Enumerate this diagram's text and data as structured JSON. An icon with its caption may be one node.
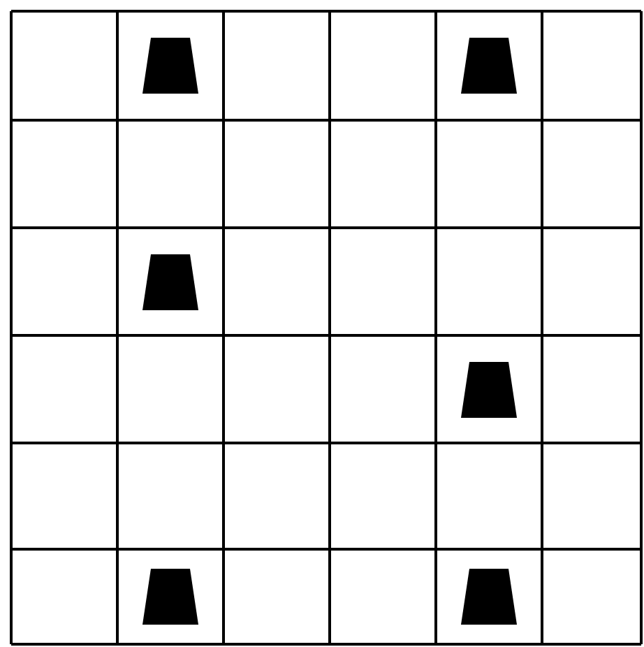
{
  "diagram": {
    "nodes": [
      {
        "text": [],
        "shape": "trapezoid"
      },
      {
        "text": [],
        "shape": "trapezoid"
      },
      {
        "text": [],
        "shape": "trapezoid"
      },
      {
        "text": [],
        "shape": "trapezoid"
      },
      {
        "text": [],
        "shape": "trapezoid"
      },
      {
        "text": [],
        "shape": "trapezoid"
      }
    ]
  }
}
